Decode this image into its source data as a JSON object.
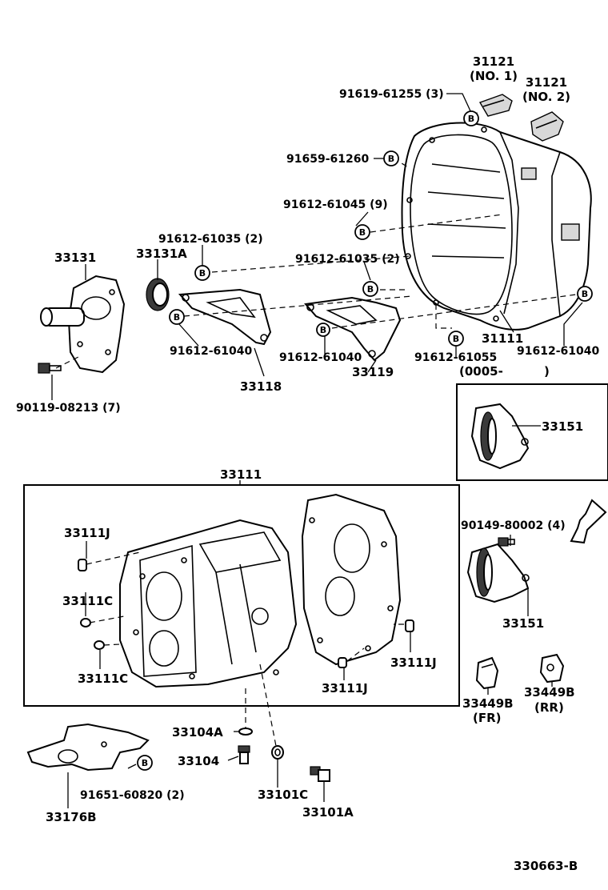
{
  "labels": {
    "p31121_no1": "31121",
    "p31121_no1_sub": "(NO. 1)",
    "p31121_no2": "31121",
    "p31121_no2_sub": "(NO. 2)",
    "b91619_61255": "91619-61255 (3)",
    "b91659_61260": "91659-61260",
    "b91612_61045": "91612-61045 (9)",
    "b91612_61035_left": "91612-61035 (2)",
    "b91612_61035_mid": "91612-61035 (2)",
    "p33131": "33131",
    "p33131A": "33131A",
    "b91612_61040_left": "91612-61040",
    "b91612_61040_mid": "91612-61040",
    "b91612_61040_right": "91612-61040",
    "b91612_61055": "91612-61055",
    "note_0005": "(0005-",
    "note_0005_close": ")",
    "p31111": "31111",
    "p33118": "33118",
    "p33119": "33119",
    "b90119_08213": "90119-08213 (7)",
    "p33151_top": "33151",
    "p33111_group": "33111",
    "p33111J_a": "33111J",
    "p33111C_a": "33111C",
    "p33111C_b": "33111C",
    "p33111J_b": "33111J",
    "p33111J_c": "33111J",
    "b90149_80002": "90149-80002 (4)",
    "p33151_bottom": "33151",
    "p33449B_fr": "33449B",
    "p33449B_fr_sub": "(FR)",
    "p33449B_rr": "33449B",
    "p33449B_rr_sub": "(RR)",
    "p33104A": "33104A",
    "p33104": "33104",
    "b91651_60820": "91651-60820 (2)",
    "p33101C": "33101C",
    "p33176B": "33176B",
    "p33101A": "33101A",
    "diagram_code": "330663-B",
    "bolt_marker": "B"
  }
}
